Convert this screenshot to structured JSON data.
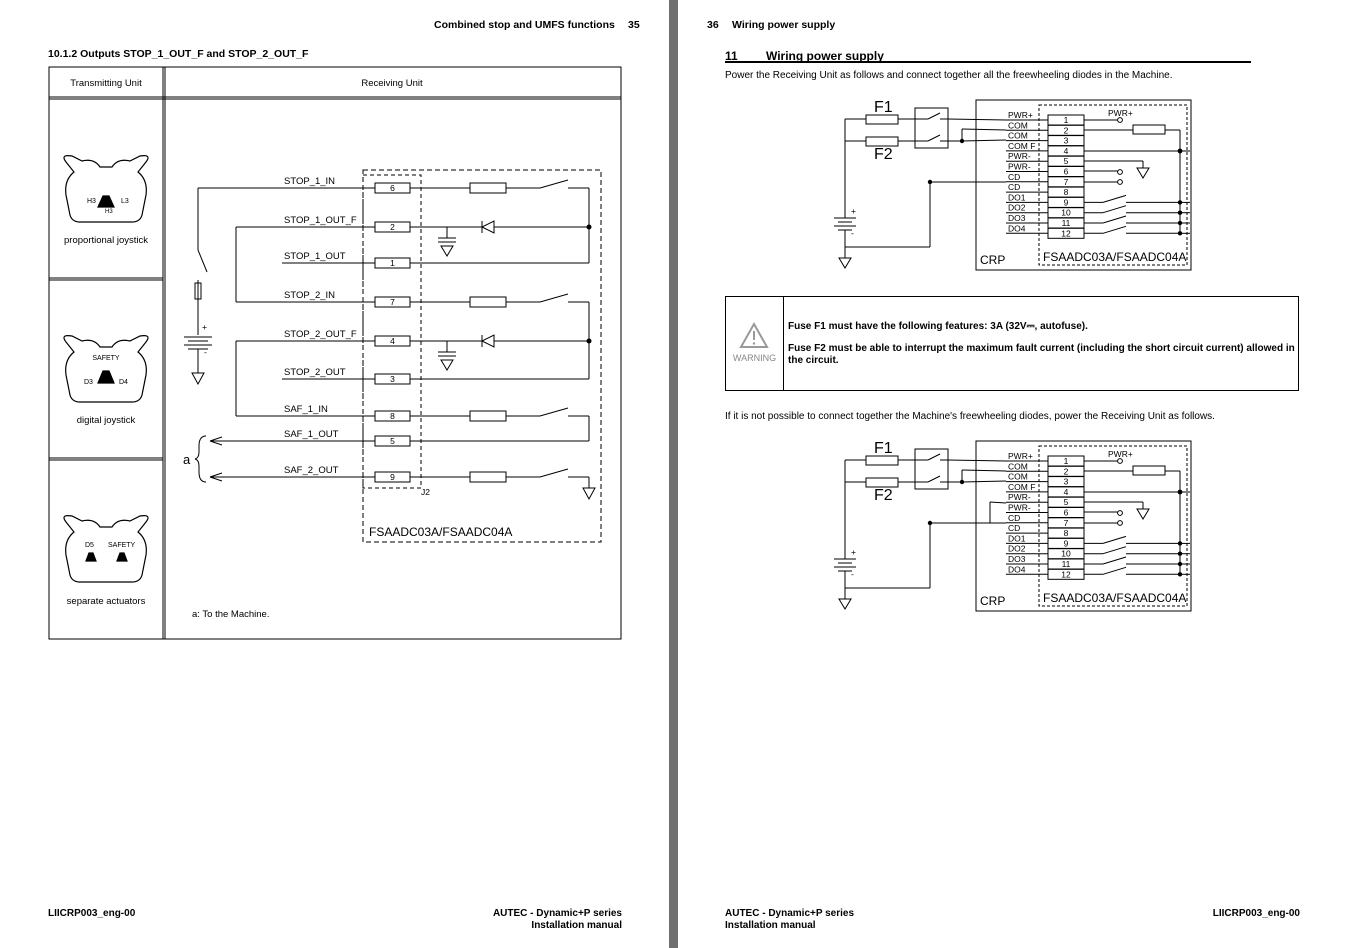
{
  "left": {
    "header_title": "Combined stop and UMFS functions",
    "page_number": "35",
    "section_heading": "10.1.2   Outputs STOP_1_OUT_F and STOP_2_OUT_F",
    "table": {
      "col_transmitting": "Transmitting Unit",
      "col_receiving": "Receiving Unit",
      "rows": [
        "proportional joystick",
        "digital joystick",
        "separate actuators"
      ],
      "device_labels": {
        "row1": [
          "H3",
          "L3",
          "H3"
        ],
        "row2": [
          "SAFETY",
          "D3",
          "D4"
        ],
        "row3": [
          "D5",
          "SAFETY"
        ]
      }
    },
    "diagram": {
      "signals": [
        "STOP_1_IN",
        "STOP_1_OUT_F",
        "STOP_1_OUT",
        "STOP_2_IN",
        "STOP_2_OUT_F",
        "STOP_2_OUT",
        "SAF_1_IN",
        "SAF_1_OUT",
        "SAF_2_OUT"
      ],
      "pins": [
        "6",
        "2",
        "1",
        "7",
        "4",
        "3",
        "8",
        "5",
        "9"
      ],
      "connector": "J2",
      "module": "FSAADC03A/FSAADC04A",
      "bracket_label": "a",
      "battery_plus": "+",
      "battery_minus": "-"
    },
    "note": "a: To the Machine.",
    "footer_left": "LIICRP003_eng-00",
    "footer_right_1": "AUTEC - Dynamic+P series",
    "footer_right_2": "Installation manual"
  },
  "right": {
    "page_number": "36",
    "header_title": "Wiring power supply",
    "section_number": "11",
    "section_title": "Wiring power supply",
    "intro": "Power the Receiving Unit as follows and connect together all the freewheeling diodes in the Machine.",
    "fuse1": "F1",
    "fuse2": "F2",
    "pin_labels": [
      "PWR+",
      "COM",
      "COM",
      "COM F",
      "PWR-",
      "PWR-",
      "CD",
      "CD",
      "DO1",
      "DO2",
      "DO3",
      "DO4"
    ],
    "pin_numbers": [
      "1",
      "2",
      "3",
      "4",
      "5",
      "6",
      "7",
      "8",
      "9",
      "10",
      "11",
      "12"
    ],
    "internal_label": "PWR+",
    "crp": "CRP",
    "module": "FSAADC03A/FSAADC04A",
    "warning": {
      "label": "WARNING",
      "line1": "Fuse F1 must have the following features: 3A (32V⎓, autofuse).",
      "line2": "Fuse F2 must be able to interrupt the maximum fault current (including the short circuit current) allowed in the circuit."
    },
    "second_intro": "If it is not possible to connect together the Machine's freewheeling diodes, power the Receiving Unit as follows.",
    "footer_left_1": "AUTEC - Dynamic+P series",
    "footer_left_2": "Installation manual",
    "footer_right": "LIICRP003_eng-00"
  }
}
